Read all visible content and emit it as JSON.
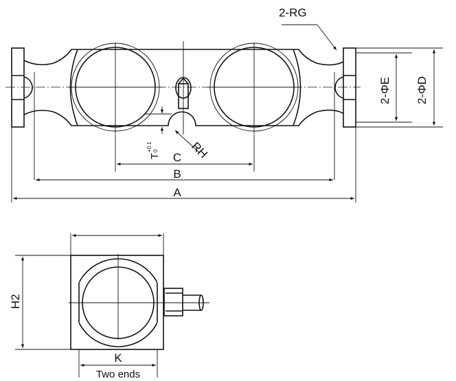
{
  "top_view": {
    "labels": {
      "rg": "2-RG",
      "e": "2-ΦE",
      "d": "2-ΦD",
      "rh": "RH",
      "t": "T",
      "t_tol_upper": "+0.1",
      "t_tol_lower": "0",
      "c": "C",
      "b": "B",
      "a": "A"
    }
  },
  "side_view": {
    "labels": {
      "h2": "H2",
      "k": "K",
      "k_note": "Two ends"
    }
  },
  "colors": {
    "line": "#111111",
    "background": "#ffffff"
  }
}
